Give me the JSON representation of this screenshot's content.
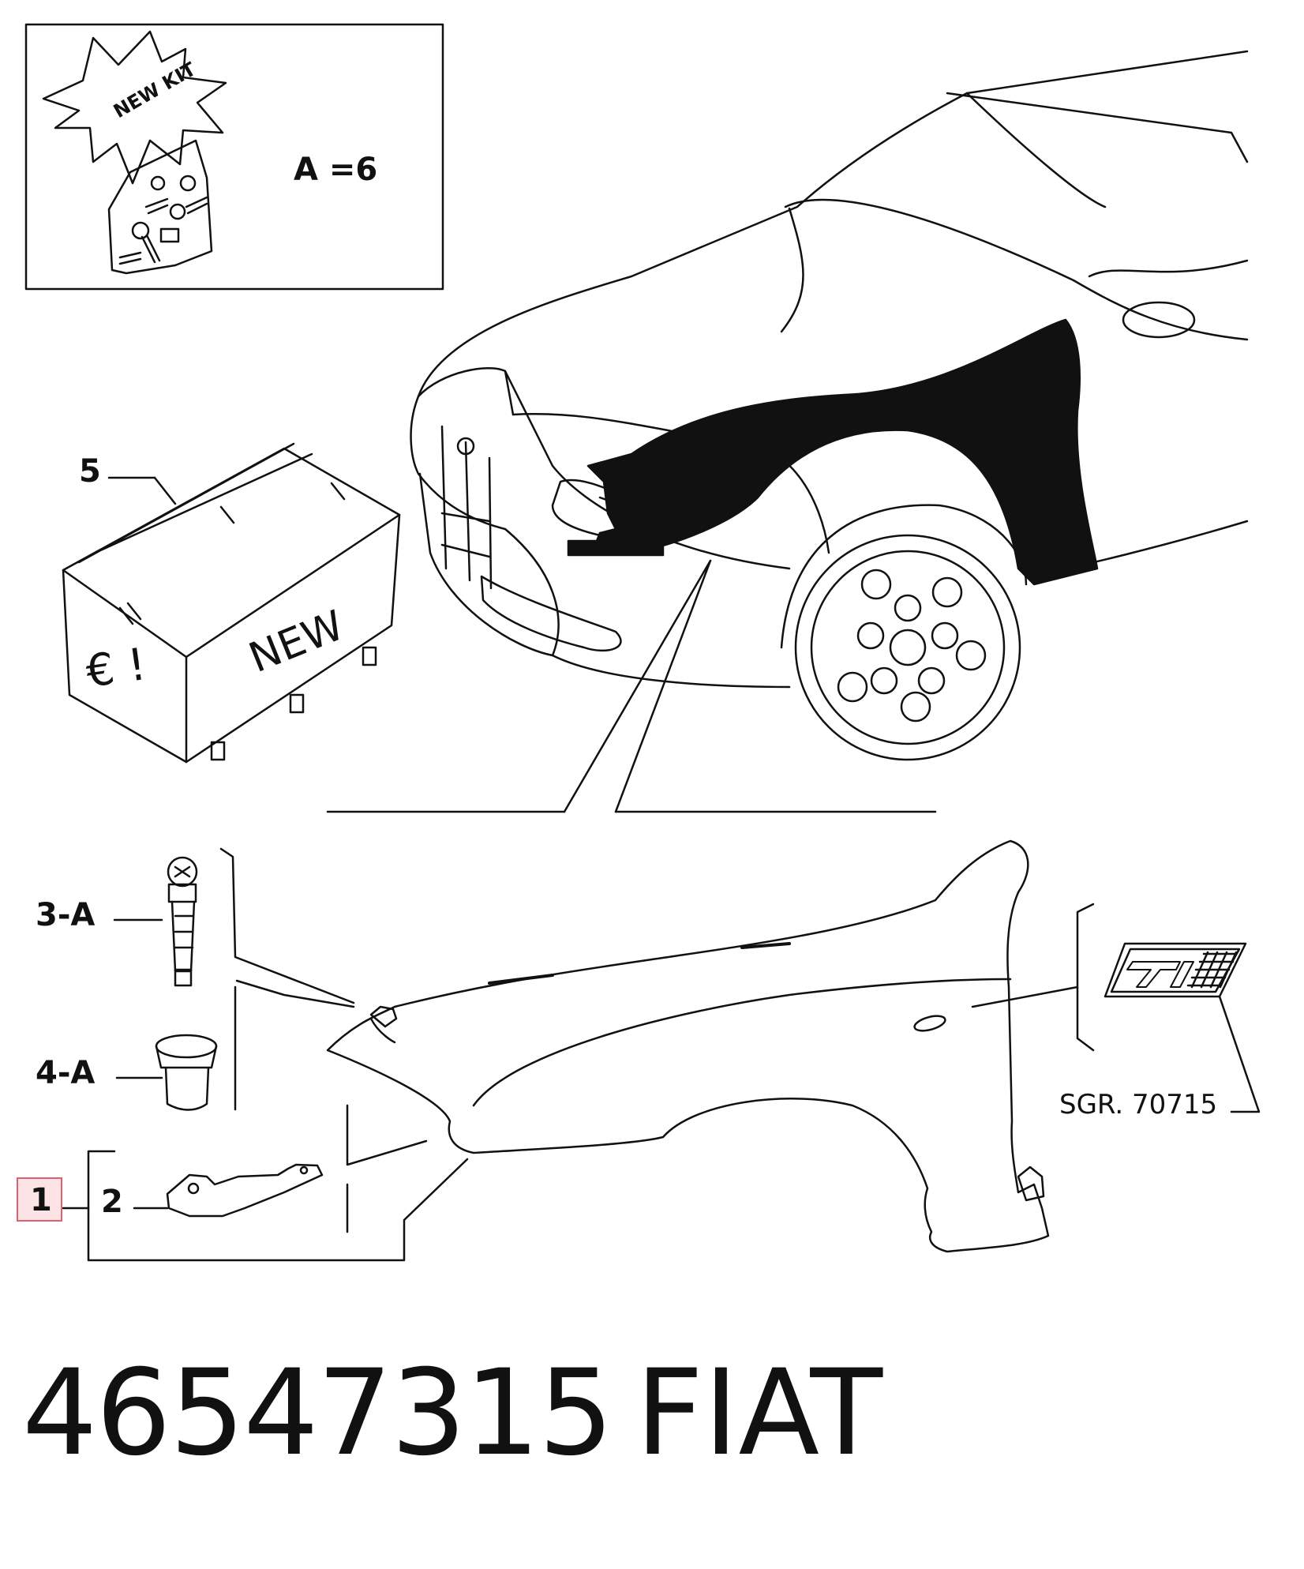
{
  "kit_box": {
    "badge_text": "NEW KIT",
    "quantity_label": "A =6"
  },
  "crate": {
    "side_text": "NEW",
    "front_text": "€ !"
  },
  "callouts": {
    "part_5": "5",
    "part_3a": "3-A",
    "part_4a": "4-A",
    "part_1": "1",
    "part_2": "2",
    "ref_sgr": "SGR. 70715"
  },
  "footer": {
    "part_number": "46547315",
    "brand": "FIAT"
  },
  "colors": {
    "line": "#111111",
    "highlight_border": "#e06070",
    "highlight_fill": "#fbe3e6"
  }
}
